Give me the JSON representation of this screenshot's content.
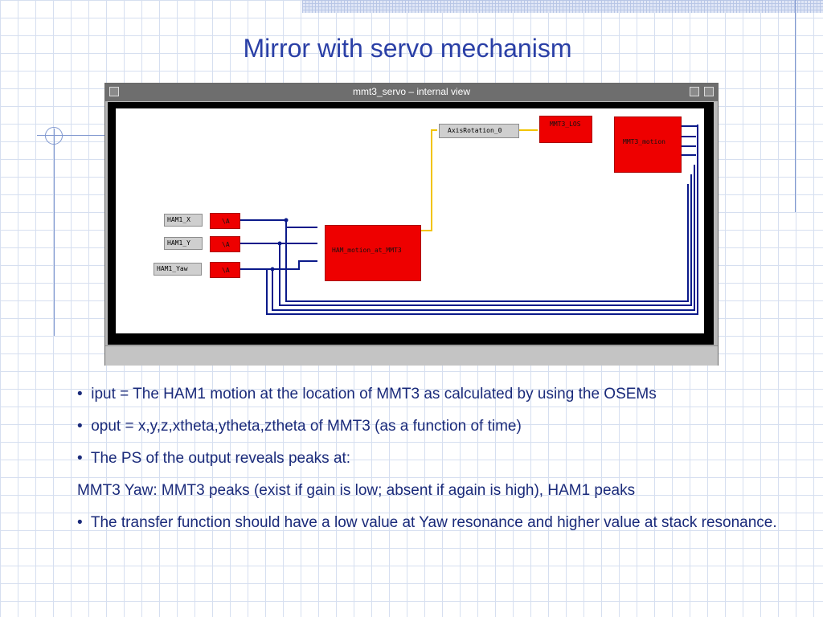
{
  "slide": {
    "title": "Mirror with servo mechanism"
  },
  "window": {
    "title": "mmt3_servo – internal view"
  },
  "diagram": {
    "inputs": [
      {
        "label": "HAM1_X"
      },
      {
        "label": "HAM1_Y"
      },
      {
        "label": "HAM1_Yaw"
      }
    ],
    "gain_label": "\\A",
    "blocks": {
      "ham_motion": "HAM_motion_at_MMT3",
      "axis_rotation": "AxisRotation_0",
      "mmt3_los": "MMT3_LOS",
      "mmt3_motion": "MMT3_motion"
    }
  },
  "text": {
    "b1": "iput = The HAM1 motion at the location of MMT3 as calculated by using the OSEMs",
    "b2": "oput = x,y,z,xtheta,ytheta,ztheta of MMT3 (as a function of time)",
    "b3": "The PS of the output reveals peaks at:",
    "p1": "MMT3 Yaw:  MMT3 peaks (exist if gain is low; absent if again is high), HAM1 peaks",
    "b4": "The transfer function should have a low value at Yaw resonance and higher value at stack resonance."
  },
  "colors": {
    "title": "#2a3fa6",
    "block_red": "#ee0000",
    "wire_navy": "#0b1a8a",
    "wire_yellow": "#f2c400"
  }
}
